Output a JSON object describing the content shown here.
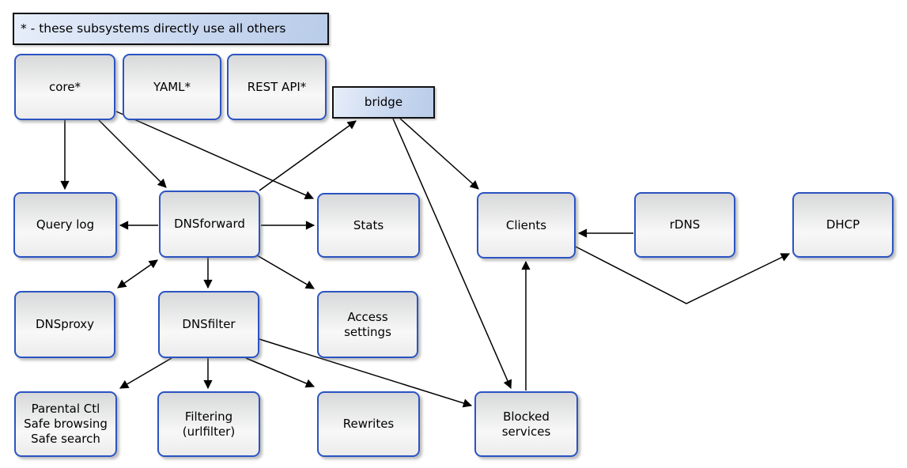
{
  "diagram": {
    "legend": "* - these subsystems directly use all others",
    "nodes": {
      "core": {
        "label": "core*"
      },
      "yaml": {
        "label": "YAML*"
      },
      "restapi": {
        "label": "REST API*"
      },
      "bridge": {
        "label": "bridge"
      },
      "querylog": {
        "label": "Query log"
      },
      "dnsforward": {
        "label": "DNSforward"
      },
      "stats": {
        "label": "Stats"
      },
      "clients": {
        "label": "Clients"
      },
      "rdns": {
        "label": "rDNS"
      },
      "dhcp": {
        "label": "DHCP"
      },
      "dnsproxy": {
        "label": "DNSproxy"
      },
      "dnsfilter": {
        "label": "DNSfilter"
      },
      "access": {
        "label": "Access\nsettings"
      },
      "parental": {
        "label": "Parental Ctl\nSafe browsing\nSafe search"
      },
      "filtering": {
        "label": "Filtering\n(urlfilter)"
      },
      "rewrites": {
        "label": "Rewrites"
      },
      "blocked": {
        "label": "Blocked\nservices"
      }
    },
    "edges": [
      {
        "from": "core",
        "to": "querylog"
      },
      {
        "from": "core",
        "to": "dnsforward"
      },
      {
        "from": "core",
        "to": "stats"
      },
      {
        "from": "dnsforward",
        "to": "bridge"
      },
      {
        "from": "bridge",
        "to": "clients"
      },
      {
        "from": "bridge",
        "to": "blocked"
      },
      {
        "from": "dnsforward",
        "to": "querylog"
      },
      {
        "from": "dnsforward",
        "to": "stats"
      },
      {
        "from": "dnsforward",
        "to": "dnsproxy",
        "bidirectional": true
      },
      {
        "from": "dnsforward",
        "to": "dnsfilter"
      },
      {
        "from": "dnsforward",
        "to": "access"
      },
      {
        "from": "dnsfilter",
        "to": "parental"
      },
      {
        "from": "dnsfilter",
        "to": "filtering"
      },
      {
        "from": "dnsfilter",
        "to": "rewrites"
      },
      {
        "from": "dnsfilter",
        "to": "blocked"
      },
      {
        "from": "rdns",
        "to": "clients"
      },
      {
        "from": "clients",
        "to": "dhcp"
      },
      {
        "from": "blocked",
        "to": "clients"
      }
    ],
    "colors": {
      "node_border": "#2b54c2",
      "node_fill_top": "#d7d8d9",
      "node_fill_bottom": "#ececec",
      "blue_fill_light": "#e7eefa",
      "blue_fill_dark": "#b9cce9",
      "blue_border": "#111111",
      "edge": "#000000",
      "background": "#ffffff"
    }
  }
}
